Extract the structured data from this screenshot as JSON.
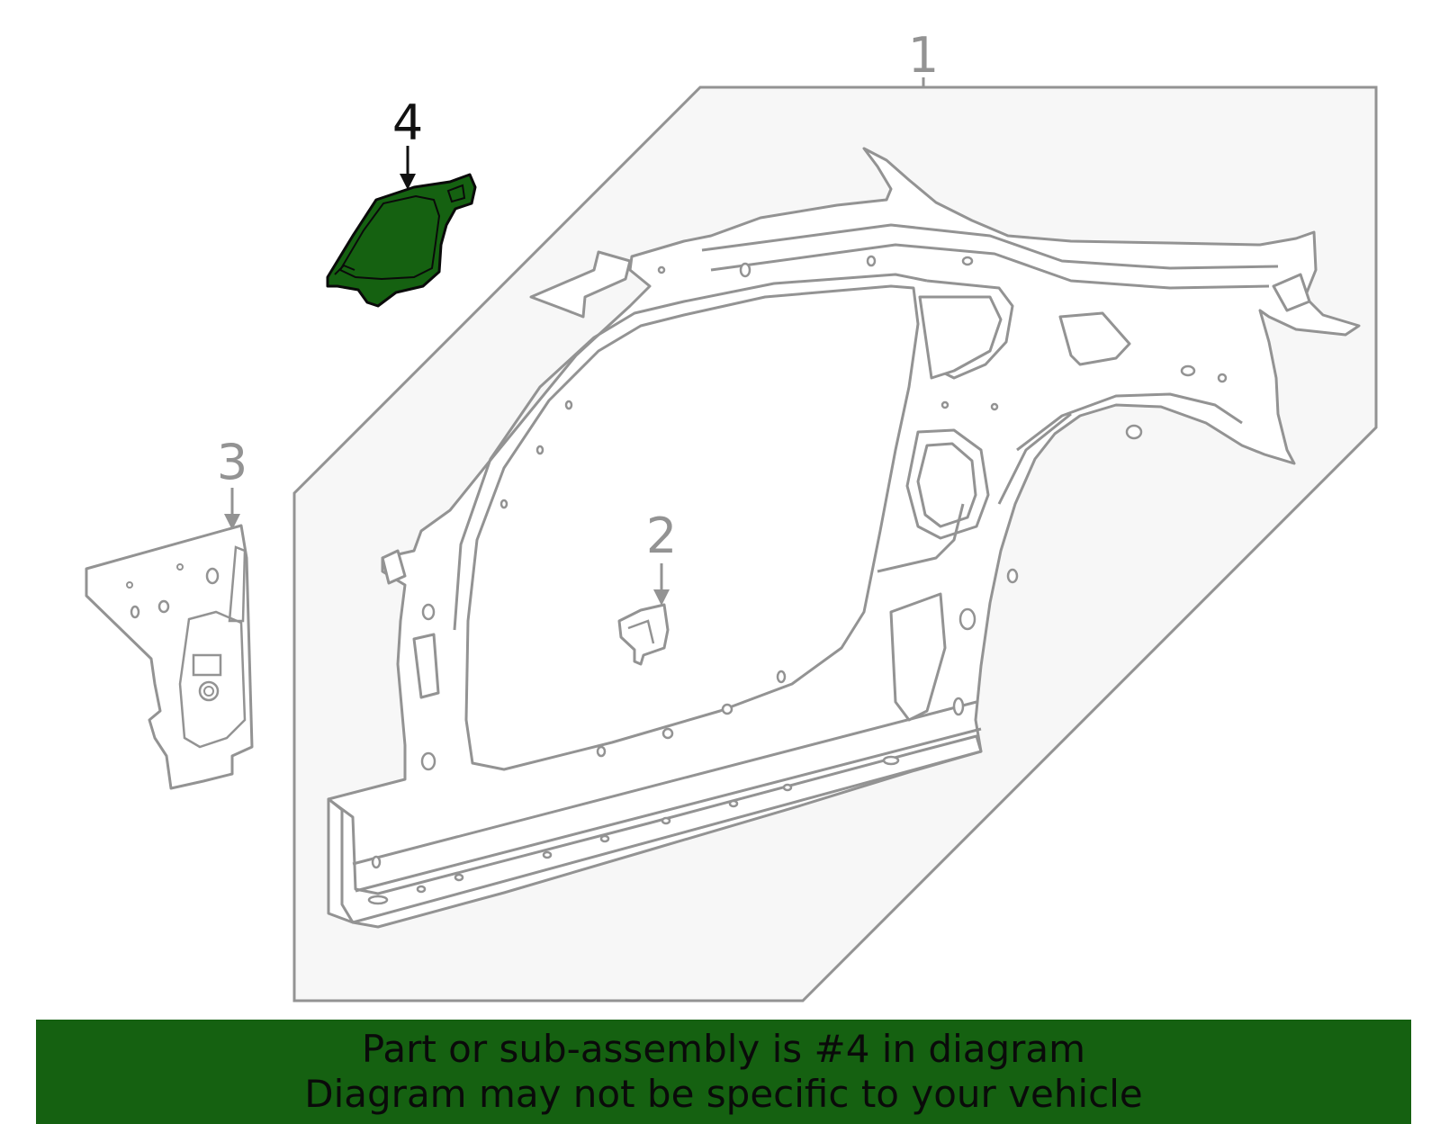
{
  "callouts": {
    "c1": "1",
    "c2": "2",
    "c3": "3",
    "c4": "4"
  },
  "highlight_color": "#156111",
  "outline_color": "#939393",
  "banner": {
    "line1": "Part or sub-assembly is #4 in diagram",
    "line2": "Diagram may not be specific to your vehicle"
  }
}
